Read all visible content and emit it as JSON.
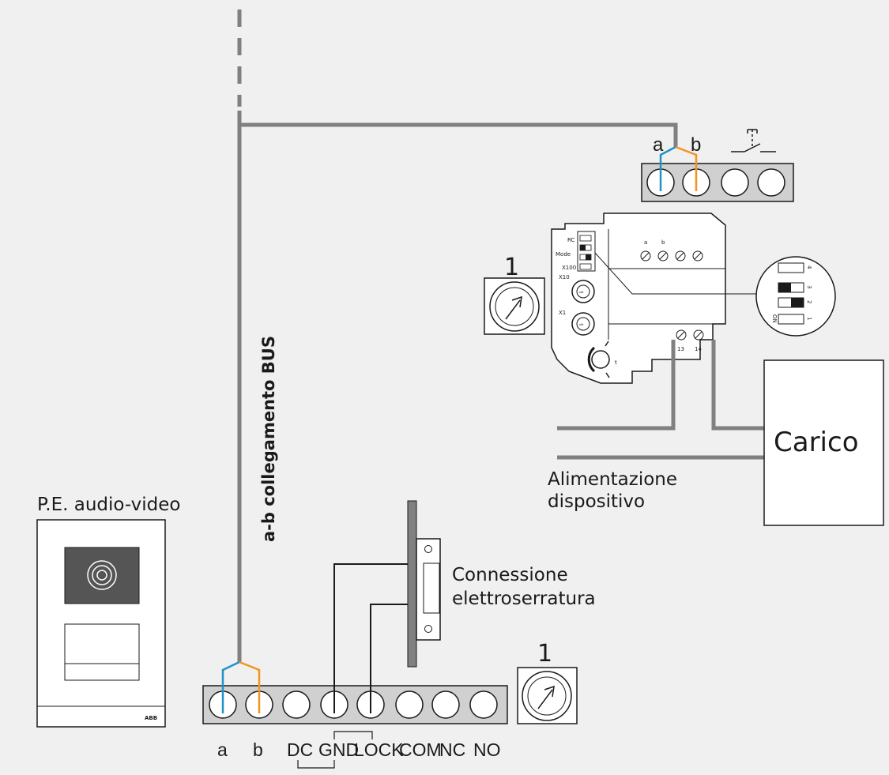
{
  "colors": {
    "background": "#f0f0f0",
    "bus_line": "#808080",
    "wire_a": "#1f93c8",
    "wire_b": "#f29421",
    "wire_black": "#1a1a1a",
    "terminal_fill": "#d0d0d0"
  },
  "bus_label": "a-b collegamento BUS",
  "outdoor_station": {
    "title": "P.E. audio-video",
    "brand": "ABB"
  },
  "actuator_top_terminals": {
    "a": "a",
    "b": "b"
  },
  "actuator_module": {
    "dip_labels": [
      "RC",
      "Mode",
      "X100"
    ],
    "rotary_labels": [
      "X10",
      "X1"
    ],
    "timer_label": "t",
    "top_terminal_labels": [
      "a",
      "b"
    ],
    "relay_terminals": [
      "13",
      "14"
    ],
    "dip_zoom_labels": [
      "4",
      "3",
      "2",
      "1",
      "ON"
    ]
  },
  "callout_1": "1",
  "load_label": "Carico",
  "power_label": [
    "Alimentazione",
    "dispositivo"
  ],
  "lock_label": [
    "Connessione",
    "elettroserratura"
  ],
  "bottom_terminals": [
    "a",
    "b",
    "DC",
    "GND",
    "LOCK",
    "COM",
    "NC",
    "NO"
  ]
}
